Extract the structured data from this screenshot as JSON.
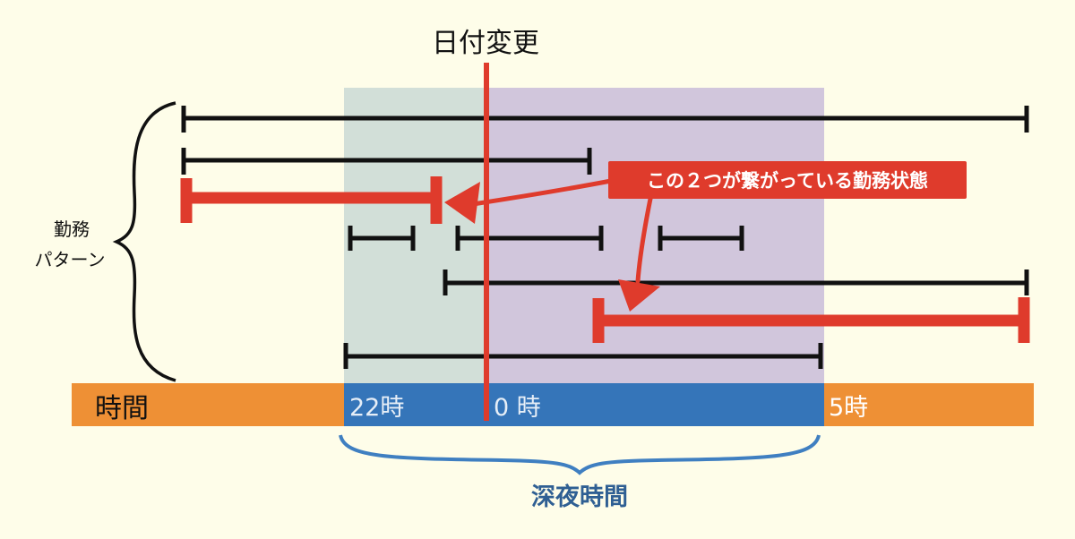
{
  "labels": {
    "date_change": "日付変更",
    "work_patterns_line1": "勤務",
    "work_patterns_line2": "パターン",
    "time_bar": "時間",
    "tick_22": "22時",
    "tick_0": "0 時",
    "tick_5": "5時",
    "night_hours": "深夜時間",
    "callout": "この２つが繋がっている勤務状態"
  },
  "colors": {
    "background": "#fefde9",
    "early_night_zone": "#d2dfd8",
    "late_night_zone": "#d1c6dc",
    "time_bar": "#ee9035",
    "night_bar": "#3575b9",
    "accent_red": "#df3b2c",
    "shift_black": "#111111",
    "night_text": "#2f5f93",
    "brace_blue": "#3f7fc1"
  }
}
